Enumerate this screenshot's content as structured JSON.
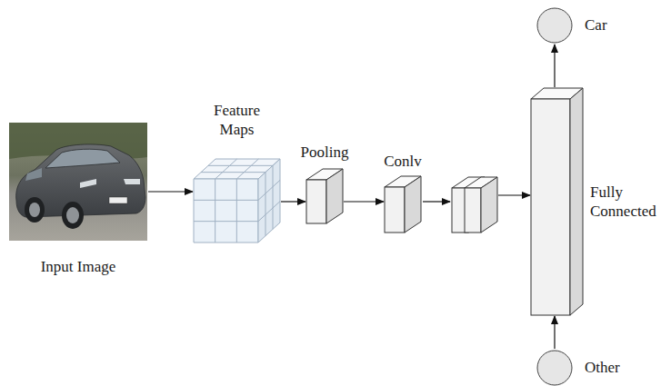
{
  "diagram": {
    "nodes": [
      {
        "text": [
          "Input Image"
        ]
      },
      {
        "text": [
          "Feature Maps"
        ]
      },
      {
        "text": [
          "Pooling"
        ]
      },
      {
        "text": [
          "Conlv"
        ]
      },
      {
        "text": [
          "Fully Connected"
        ]
      },
      {
        "text": [
          "Car"
        ]
      },
      {
        "text": [
          "Other"
        ]
      }
    ],
    "edges": [
      {
        "from": 0,
        "to": 1,
        "arrow": "to"
      },
      {
        "from": 1,
        "to": 2,
        "arrow": "to"
      },
      {
        "from": 2,
        "to": 3,
        "arrow": "to"
      },
      {
        "from": 4,
        "to": 5,
        "arrow": "to"
      },
      {
        "from": 6,
        "to": 4,
        "arrow": "to"
      }
    ]
  }
}
